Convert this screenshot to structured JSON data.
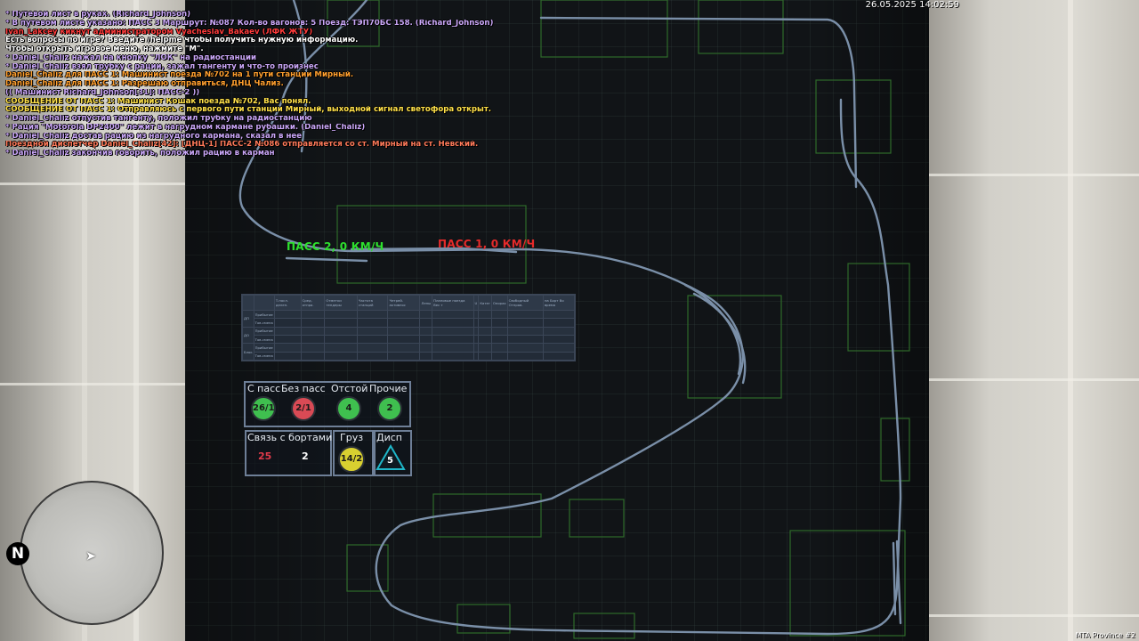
{
  "hud": {
    "datetime": "26.05.2025 14:02:59",
    "brand": "MTA Province #2",
    "compass_label": "N",
    "player_icon": "player-arrow-icon"
  },
  "chat": [
    {
      "text": "* Путевой лист в руках. (Richard_Johnson)",
      "color": "#c9a6f7"
    },
    {
      "text": "* В путевом листе указано: ПАСС 3 Маршрут: №087 Кол-во вагонов: 5 Поезд: ТЭП70БС 158. (Richard_Johnson)",
      "color": "#c9a6f7"
    },
    {
      "text": "Ivan_Lakcey кикнут администратором Vyacheslav_Bakaev (ЛФК ЖТУ)",
      "color": "#ff3b3b"
    },
    {
      "text": "Есть вопросы по игре? Введите /helpme чтобы получить нужную информацию.",
      "color": "#ffffff"
    },
    {
      "text": "Чтобы открыть игровое меню, нажмите \"M\".",
      "color": "#ffffff"
    },
    {
      "text": "* Daniel_Chaliz нажал на кнопку \"ЛОК\" на радиостанции",
      "color": "#c9a6f7"
    },
    {
      "text": "* Daniel_Chaliz взял трубку с рации, зажал тангенту и что-то произнес",
      "color": "#c9a6f7"
    },
    {
      "text": "Daniel_Chaliz для ПАСС 1: Машинист поезда №702 на 1 пути станции Мирный.",
      "color": "#ff9f2e"
    },
    {
      "text": "Daniel_Chaliz для ПАСС 1: Разрешаю отправиться, ДНЦ Чализ.",
      "color": "#ff9f2e"
    },
    {
      "text": "(( Машинист Richard_Johnson[31]: ПАСС-2 ))",
      "color": "#c9a6f7"
    },
    {
      "text": "СООБЩЕНИЕ ОТ ПАСС 1: Машинист Кошак поезда №702, Вас понял.",
      "color": "#ffe14a"
    },
    {
      "text": "СООБЩЕНИЕ ОТ ПАСС 1: Отправляюсь с первого пути станции Мирный, выходной сигнал светофора открыт.",
      "color": "#ffe14a"
    },
    {
      "text": "* Daniel_Chaliz отпустив тангенту, положил трубку на радиостанцию",
      "color": "#c9a6f7"
    },
    {
      "text": "* Рация \"Motorola DP2400\" лежит в нагрудном кармане рубашки. (Daniel_Chaliz)",
      "color": "#c9a6f7"
    },
    {
      "text": "* Daniel_Chaliz достав рацию из нагрудного кармана, сказал в нее",
      "color": "#c9a6f7"
    },
    {
      "text": "Поездной диспетчер Daniel_Chaliz[42]: [ДНЦ-1] ПАСС-2 №086 отправляется со ст. Мирный на ст. Невский.",
      "color": "#ff7a5a"
    },
    {
      "text": "* Daniel_Chaliz закончив говорить, положил рацию в карман",
      "color": "#c9a6f7"
    }
  ],
  "map": {
    "train_labels": [
      {
        "text": "ПАСС 2, 0 КМ/Ч",
        "color": "#2ee02e"
      },
      {
        "text": "ПАСС 1, 0 КМ/Ч",
        "color": "#e52a2a"
      }
    ]
  },
  "schedule": {
    "headers": [
      "",
      "",
      "Т.посл. делен.",
      "Сред. отпра.",
      "Отметки тендеры",
      "Частота станций",
      "Четрей. активнос",
      "Лены",
      "Плановые поезда Вес т",
      "U",
      "Катег",
      "Опорах",
      "Свободный Отправ.",
      "на Борт Во время"
    ],
    "groups": [
      {
        "code": "ДП",
        "rows": [
          "Прибытие",
          "Тов.смена"
        ]
      },
      {
        "code": "ДО",
        "rows": [
          "Прибытие",
          "Тов.смена"
        ]
      },
      {
        "code": "Блок",
        "rows": [
          "Прибытие",
          "Тов.смена"
        ]
      }
    ]
  },
  "status_panel": {
    "top": [
      {
        "label": "С пасс",
        "value": "26/1",
        "color": "#3fbf4f"
      },
      {
        "label": "Без пасс",
        "value": "2/1",
        "color": "#d94a55"
      },
      {
        "label": "Отстой",
        "value": "4",
        "color": "#3fbf4f"
      },
      {
        "label": "Прочие",
        "value": "2",
        "color": "#3fbf4f"
      }
    ],
    "board_link": {
      "label": "Связь с бортами",
      "red_value": "25",
      "white_value": "2",
      "red_color": "#e03a4a"
    },
    "cargo": {
      "label": "Груз",
      "value": "14/2",
      "color": "#d8d030"
    },
    "dispatch": {
      "label": "Дисп",
      "value": "5",
      "color": "#1fb7c9"
    }
  }
}
